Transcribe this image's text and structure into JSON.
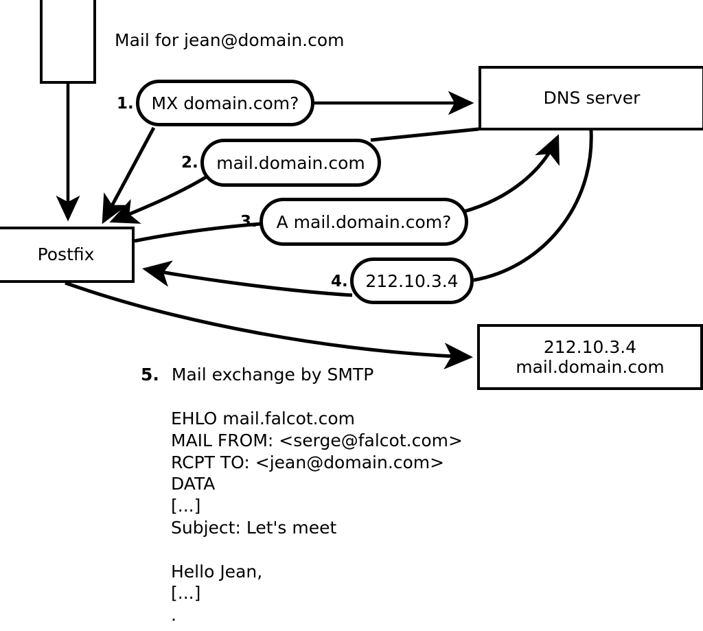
{
  "diagram": {
    "title_caption": "Mail for jean@domain.com",
    "nodes": {
      "client": {
        "label": "",
        "name": "client-box"
      },
      "postfix": {
        "label": "Postfix"
      },
      "dns": {
        "label": "DNS server"
      },
      "target": {
        "line1": "212.10.3.4",
        "line2": "mail.domain.com"
      }
    },
    "steps": [
      {
        "num": "1.",
        "text": "MX domain.com?"
      },
      {
        "num": "2.",
        "text": "mail.domain.com"
      },
      {
        "num": "3.",
        "text": "A mail.domain.com?"
      },
      {
        "num": "4.",
        "text": "212.10.3.4"
      }
    ],
    "step5": {
      "num": "5.",
      "text": "Mail exchange by SMTP"
    },
    "transcript": [
      "EHLO mail.falcot.com",
      "MAIL FROM: <serge@falcot.com>",
      "RCPT TO: <jean@domain.com>",
      "DATA",
      "[...]",
      "Subject: Let's meet",
      "",
      "Hello Jean,",
      "[...]",
      "."
    ],
    "colors": {
      "stroke": "#000000",
      "fill": "#ffffff"
    }
  }
}
